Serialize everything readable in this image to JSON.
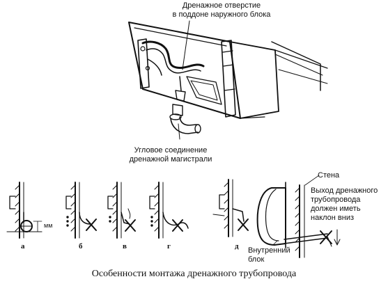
{
  "top_labels": {
    "drain_hole": [
      "Дренажное отверстие",
      "в поддоне наружного блока"
    ],
    "elbow": [
      "Угловое соединение",
      "дренажной магистрали"
    ]
  },
  "small_labels": {
    "mm": "мм",
    "wall": "Стена",
    "outlet": [
      "Выход дренажного",
      "трубопровода",
      "должен иметь",
      "наклон вниз"
    ],
    "indoor": [
      "Внутренний",
      "блок"
    ]
  },
  "variant_letters": [
    "а",
    "б",
    "в",
    "г",
    "д"
  ],
  "caption": "Особенности монтажа дренажного трубопровода"
}
